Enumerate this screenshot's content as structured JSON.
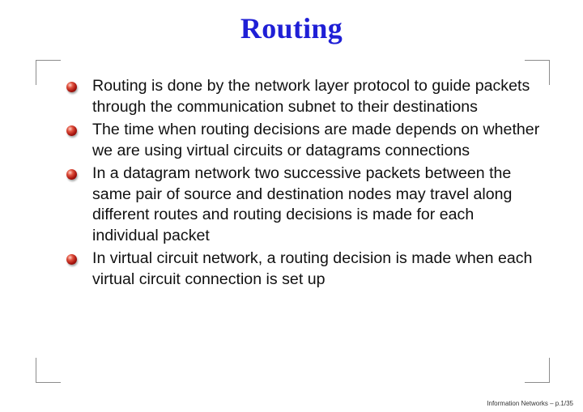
{
  "slide": {
    "title": "Routing",
    "bullets": [
      "Routing is done by the network layer protocol to guide packets through the communication subnet to their destinations",
      "The time when routing decisions are made depends on whether we are using virtual circuits or datagrams connections",
      "In a datagram network two successive packets between the same pair of source and destination nodes may travel along different routes and routing decisions is made for each individual packet",
      "In virtual circuit network, a routing decision is made when each virtual circuit connection is set up"
    ],
    "footer": "Information Networks – p.1/35"
  },
  "colors": {
    "title": "#1f1fd6",
    "bullet": "#c0201a",
    "frame": "#8c8c8c"
  },
  "icons": {
    "bullet": "red-ball-bullet-icon"
  }
}
